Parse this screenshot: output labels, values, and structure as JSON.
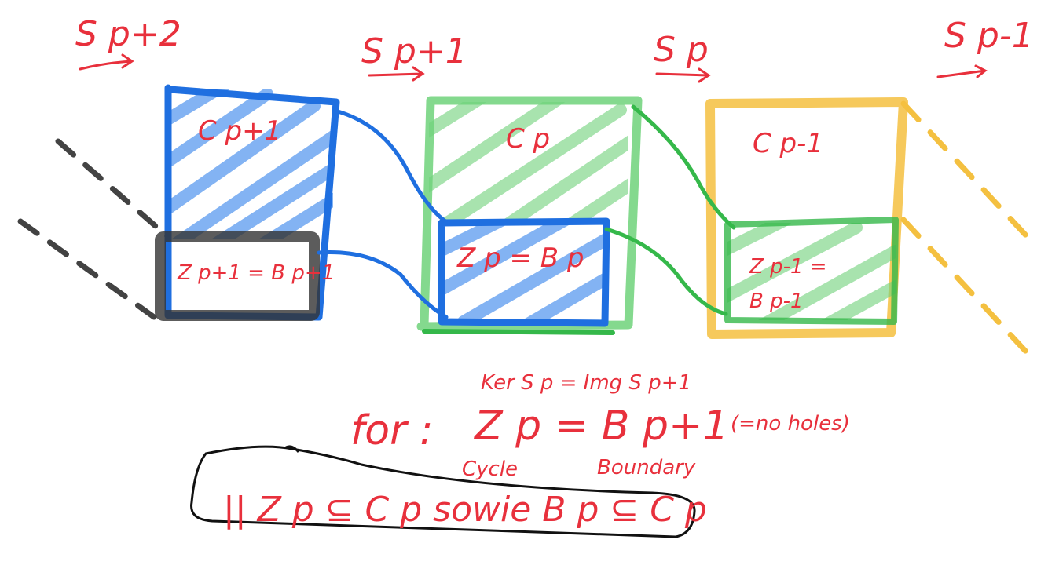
{
  "colors": {
    "ink_red": "#e8303c",
    "blue": "#1f6fe0",
    "blue_fill": "#5a9aef",
    "green": "#35b84a",
    "green_fill": "#6fd27a",
    "yellow": "#f4c040",
    "dark": "#333333"
  },
  "arrows": {
    "s_p2": "S p+2",
    "s_p1": "S p+1",
    "s_p": "S p",
    "s_pm1": "S p-1"
  },
  "boxes": {
    "c_p1": "C p+1",
    "z_p1": "Z p+1 = B p+1",
    "c_p": "C p",
    "z_p": "Z p = B p",
    "c_pm1": "C p-1",
    "z_pm1_a": "Z p-1 =",
    "z_pm1_b": "B p-1"
  },
  "notes": {
    "ker_line": "Ker S p = Img S p+1",
    "for_label": "for :",
    "equation": "Z p = B p+1",
    "no_holes": "(=no holes)",
    "cycle": "Cycle",
    "boundary": "Boundary",
    "summary": "|| Z p ⊆ C p sowie B p ⊆ C p"
  }
}
